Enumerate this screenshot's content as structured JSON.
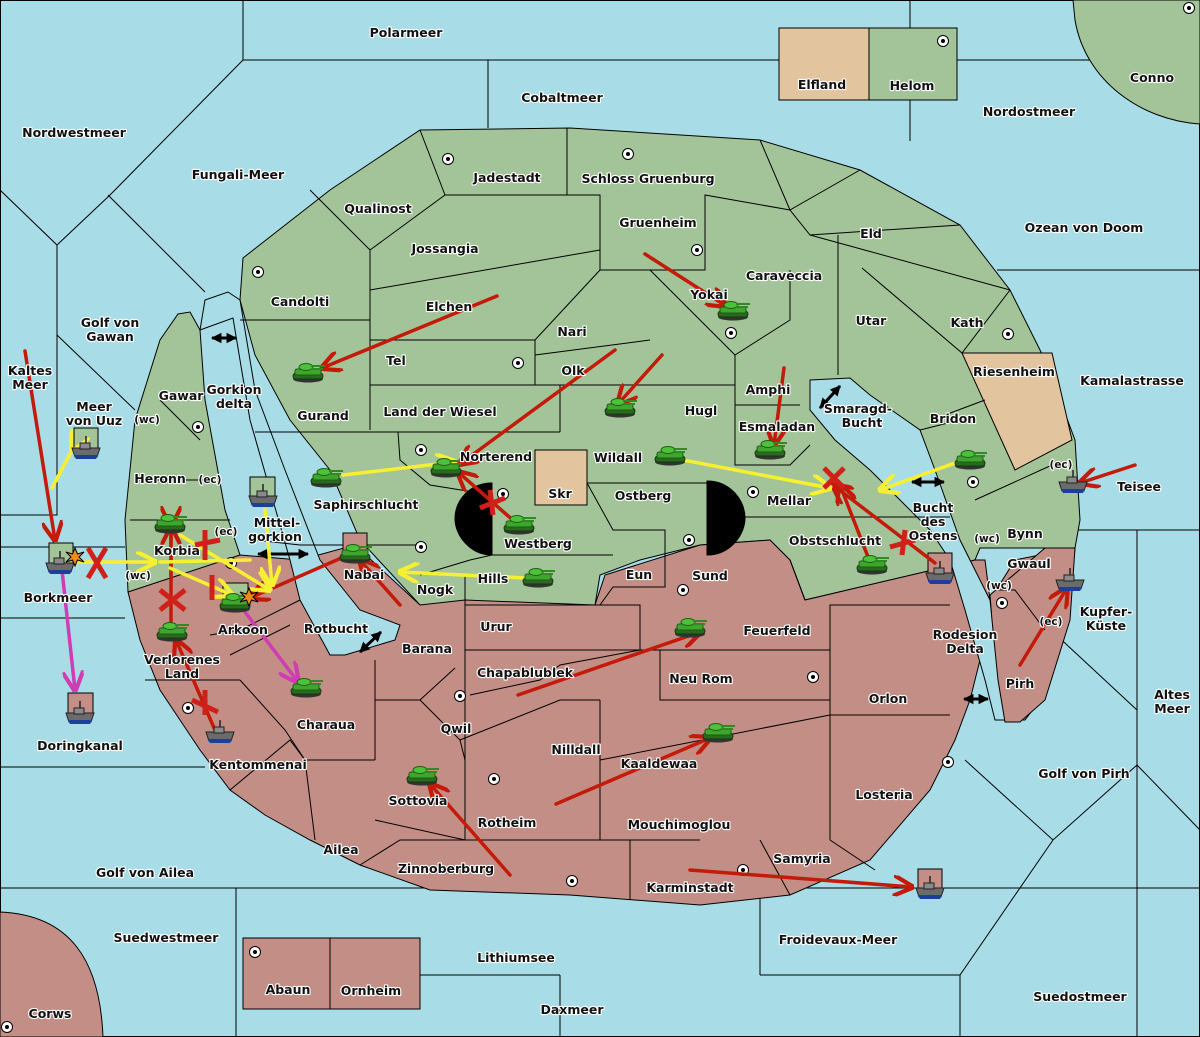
{
  "map": {
    "colors": {
      "sea": "#a8dde8",
      "power_green": "#a3c498",
      "power_red": "#c38e85",
      "neutral": "#e2c59e",
      "move_order": "#c41a0a",
      "support_order": "#f7f032",
      "retreat_order": "#cf3cb4",
      "failed_marker": "#d0201a"
    },
    "seas": [
      "Polarmeer",
      "Cobaltmeer",
      "Nordwestmeer",
      "Fungali-Meer",
      "Nordostmeer",
      "Ozean von Doom",
      "Golf von Gawan",
      "Kaltes Meer",
      "Meer von Uuz",
      "Gorkion delta",
      "Kamalastrasse",
      "Smaragd-Bucht",
      "Teisee",
      "Bucht des Ostens",
      "Mittel-gorkion",
      "Borkmeer",
      "Kupfer-Küste",
      "Rodesion Delta",
      "Rotbucht",
      "Altes Meer",
      "Doringkanal",
      "Golf von Pirh",
      "Golf von Ailea",
      "Suedwestmeer",
      "Froidevaux-Meer",
      "Lithiumsee",
      "Suedostmeer",
      "Daxmeer"
    ],
    "provinces_green": [
      "Helom",
      "Conno",
      "Jadestadt",
      "Schloss Gruenburg",
      "Qualinost",
      "Gruenheim",
      "Eld",
      "Jossangia",
      "Candolti",
      "Caraveccia",
      "Elchen",
      "Yokai",
      "Nari",
      "Utar",
      "Kath",
      "Tel",
      "Olk",
      "Amphi",
      "Gawar",
      "Gurand",
      "Land der Wiesel",
      "Hugl",
      "Esmaladan",
      "Bridon",
      "Heronn",
      "Norterend",
      "Saphirschlucht",
      "Mellar",
      "Bynn",
      "Korbia",
      "Obstschlucht",
      "Nabai"
    ],
    "provinces_red": [
      "Wildall",
      "Ostberg",
      "Westberg",
      "Eun",
      "Sund",
      "Hills",
      "Nogk",
      "Gwaul",
      "Arkoon",
      "Pirh",
      "Urur",
      "Feuerfeld",
      "Barana",
      "Verlorenes Land",
      "Chapablublek",
      "Neu Rom",
      "Orlon",
      "Charaua",
      "Qwil",
      "Nilldall",
      "Kentommenai",
      "Kaaldewaa",
      "Losteria",
      "Sottovia",
      "Rotheim",
      "Mouchimoglou",
      "Ailea",
      "Samyria",
      "Zinnoberburg",
      "Karminstadt",
      "Abaun",
      "Ornheim",
      "Corws"
    ],
    "provinces_neutral": [
      "Elfland",
      "Skr",
      "Riesenheim"
    ],
    "labels": {
      "polarmeer": "Polarmeer",
      "cobaltmeer": "Cobaltmeer",
      "nordwestmeer": "Nordwestmeer",
      "fungali": "Fungali-Meer",
      "nordostmeer": "Nordostmeer",
      "ozean": "Ozean von Doom",
      "gawan1": "Golf von",
      "gawan2": "Gawan",
      "kaltes1": "Kaltes",
      "kaltes2": "Meer",
      "uuz1": "Meer",
      "uuz2": "von Uuz",
      "gorkd1": "Gorkion",
      "gorkd2": "delta",
      "kamala": "Kamalastrasse",
      "smaragd1": "Smaragd-",
      "smaragd2": "Bucht",
      "teisee": "Teisee",
      "bucht1": "Bucht",
      "bucht2": "des",
      "bucht3": "Ostens",
      "mittel1": "Mittel-",
      "mittel2": "gorkion",
      "borkmeer": "Borkmeer",
      "kupfer1": "Kupfer-",
      "kupfer2": "Küste",
      "rodesion1": "Rodesion",
      "rodesion2": "Delta",
      "rotbucht": "Rotbucht",
      "altes1": "Altes",
      "altes2": "Meer",
      "doring": "Doringkanal",
      "golfpirh": "Golf von Pirh",
      "golfailea": "Golf von Ailea",
      "suedwest": "Suedwestmeer",
      "froide": "Froidevaux-Meer",
      "lithium": "Lithiumsee",
      "suedost": "Suedostmeer",
      "daxmeer": "Daxmeer",
      "elfland": "Elfland",
      "helom": "Helom",
      "conno": "Conno",
      "jadestadt": "Jadestadt",
      "schloss": "Schloss Gruenburg",
      "qualinost": "Qualinost",
      "gruenheim": "Gruenheim",
      "eld": "Eld",
      "jossangia": "Jossangia",
      "candolti": "Candolti",
      "caraveccia": "Caraveccia",
      "elchen": "Elchen",
      "yokai": "Yokai",
      "nari": "Nari",
      "utar": "Utar",
      "kath": "Kath",
      "tel": "Tel",
      "olk": "Olk",
      "amphi": "Amphi",
      "riesenheim": "Riesenheim",
      "gawar": "Gawar",
      "gurand": "Gurand",
      "wiesel": "Land der Wiesel",
      "hugl": "Hugl",
      "esmaladan": "Esmaladan",
      "bridon": "Bridon",
      "heronn": "Heronn",
      "norterend": "Norterend",
      "wildall": "Wildall",
      "skr": "Skr",
      "ostberg": "Ostberg",
      "saphir": "Saphirschlucht",
      "mellar": "Mellar",
      "bynn": "Bynn",
      "westberg": "Westberg",
      "korbia": "Korbia",
      "obst": "Obstschlucht",
      "gwaul": "Gwaul",
      "eun": "Eun",
      "sund": "Sund",
      "hills": "Hills",
      "nabai": "Nabai",
      "nogk": "Nogk",
      "arkoon": "Arkoon",
      "pirh": "Pirh",
      "urur": "Urur",
      "feuerfeld": "Feuerfeld",
      "barana": "Barana",
      "verl1": "Verlorenes",
      "verl2": "Land",
      "chapa": "Chapablublek",
      "neurom": "Neu Rom",
      "orlon": "Orlon",
      "charaua": "Charaua",
      "qwil": "Qwil",
      "nilldall": "Nilldall",
      "kentom": "Kentommenai",
      "kaalde": "Kaaldewaa",
      "losteria": "Losteria",
      "sottovia": "Sottovia",
      "rotheim": "Rotheim",
      "mouchi": "Mouchimoglou",
      "ailea": "Ailea",
      "samyria": "Samyria",
      "zinnober": "Zinnoberburg",
      "karmin": "Karminstadt",
      "abaun": "Abaun",
      "ornheim": "Ornheim",
      "corws": "Corws"
    },
    "coast_labels": {
      "wc": "(wc)",
      "ec": "(ec)"
    },
    "unit_types": {
      "army": "tank-icon",
      "fleet": "ship-icon"
    },
    "legend_semantics": {
      "red_arrow": "move order",
      "yellow_arrow": "support order",
      "magenta_arrow": "retreat order",
      "red_x": "failed / cut order",
      "explosion": "dislodged unit",
      "black_double_arrow": "adjacency link",
      "dot_circle": "supply center"
    }
  }
}
